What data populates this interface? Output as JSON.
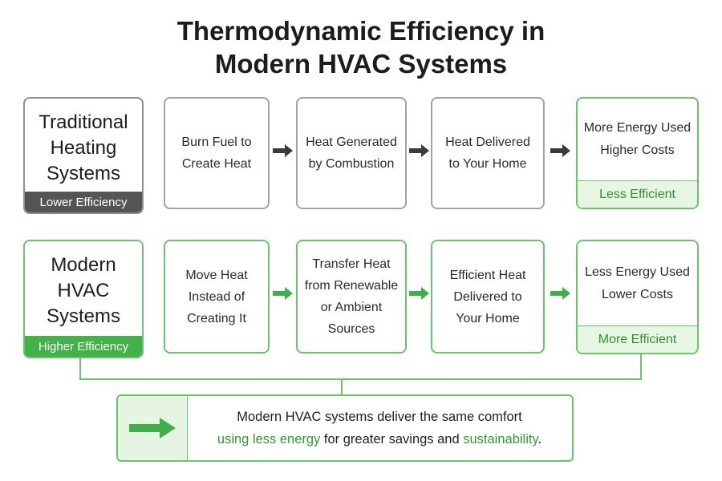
{
  "title": {
    "line1": "Thermodynamic Efficiency in",
    "line2": "Modern HVAC Systems"
  },
  "traditional": {
    "title_lines": [
      "Traditional",
      "Heating",
      "Systems"
    ],
    "badge": "Lower Efficiency",
    "steps": [
      [
        "Burn Fuel to",
        "Create Heat"
      ],
      [
        "Heat Generated",
        "by Combustion"
      ],
      [
        "Heat Delivered",
        "to Your Home"
      ]
    ],
    "outcome_lines": [
      "More Energy Used",
      "Higher Costs"
    ],
    "outcome_footer": "Less Efficient"
  },
  "modern": {
    "title_lines": [
      "Modern",
      "HVAC",
      "Systems"
    ],
    "badge": "Higher Efficiency",
    "steps": [
      [
        "Move Heat",
        "Instead of",
        "Creating It"
      ],
      [
        "Transfer Heat",
        "from Renewable",
        "or Ambient",
        "Sources"
      ],
      [
        "Efficient Heat",
        "Delivered to",
        "Your Home"
      ]
    ],
    "outcome_lines": [
      "Less Energy Used",
      "Lower Costs"
    ],
    "outcome_footer": "More Efficient"
  },
  "summary": {
    "line1": "Modern HVAC systems deliver the same comfort",
    "hl1": "using less energy",
    "mid": " for greater savings and ",
    "hl2": "sustainability",
    "end": "."
  },
  "colors": {
    "traditional_arrow": "#3a3a3a",
    "modern_arrow": "#3fb049",
    "accent_green": "#43b14a",
    "gray_badge": "#555555"
  }
}
